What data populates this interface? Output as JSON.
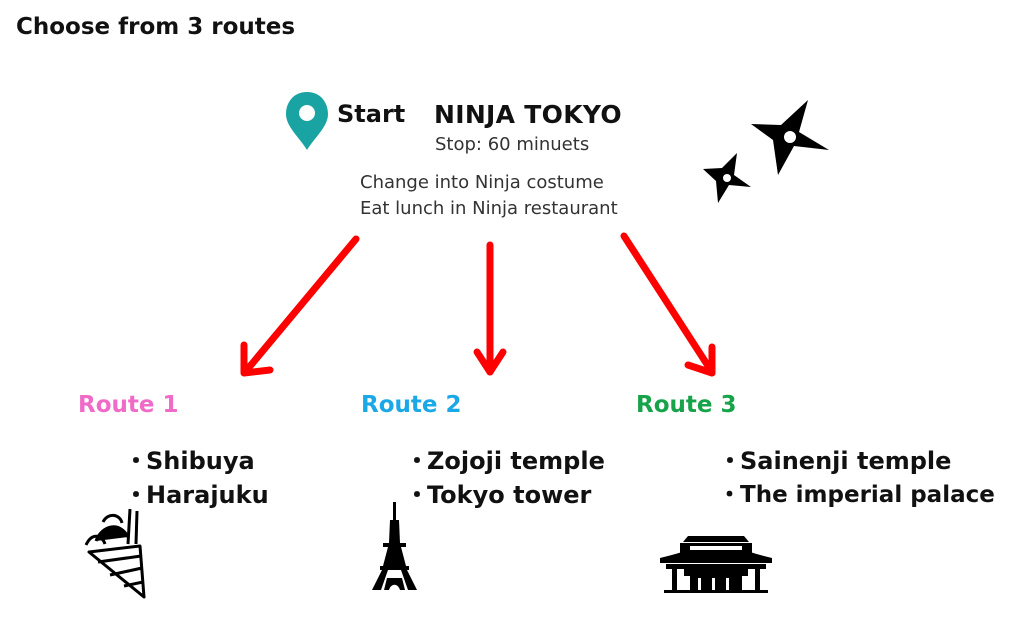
{
  "title": "Choose from 3 routes",
  "start": {
    "label": "Start",
    "name": "NINJA TOKYO",
    "stop": "Stop: 60 minuets",
    "activities": [
      "Change into Ninja costume",
      "Eat lunch in Ninja restaurant"
    ]
  },
  "colors": {
    "arrow": "#ff0000",
    "pin": "#1aa3a3",
    "icon": "#000000"
  },
  "routes": [
    {
      "title": "Route 1",
      "color": "#f06bc8",
      "places": [
        "Shibuya",
        "Harajuku"
      ],
      "icon": "crepe-icon"
    },
    {
      "title": "Route 2",
      "color": "#1aa8e6",
      "places": [
        "Zojoji temple",
        "Tokyo tower"
      ],
      "icon": "tokyo-tower-icon"
    },
    {
      "title": "Route 3",
      "color": "#17a34a",
      "places": [
        "Sainenji temple",
        "The imperial palace"
      ],
      "icon": "imperial-palace-icon"
    }
  ]
}
